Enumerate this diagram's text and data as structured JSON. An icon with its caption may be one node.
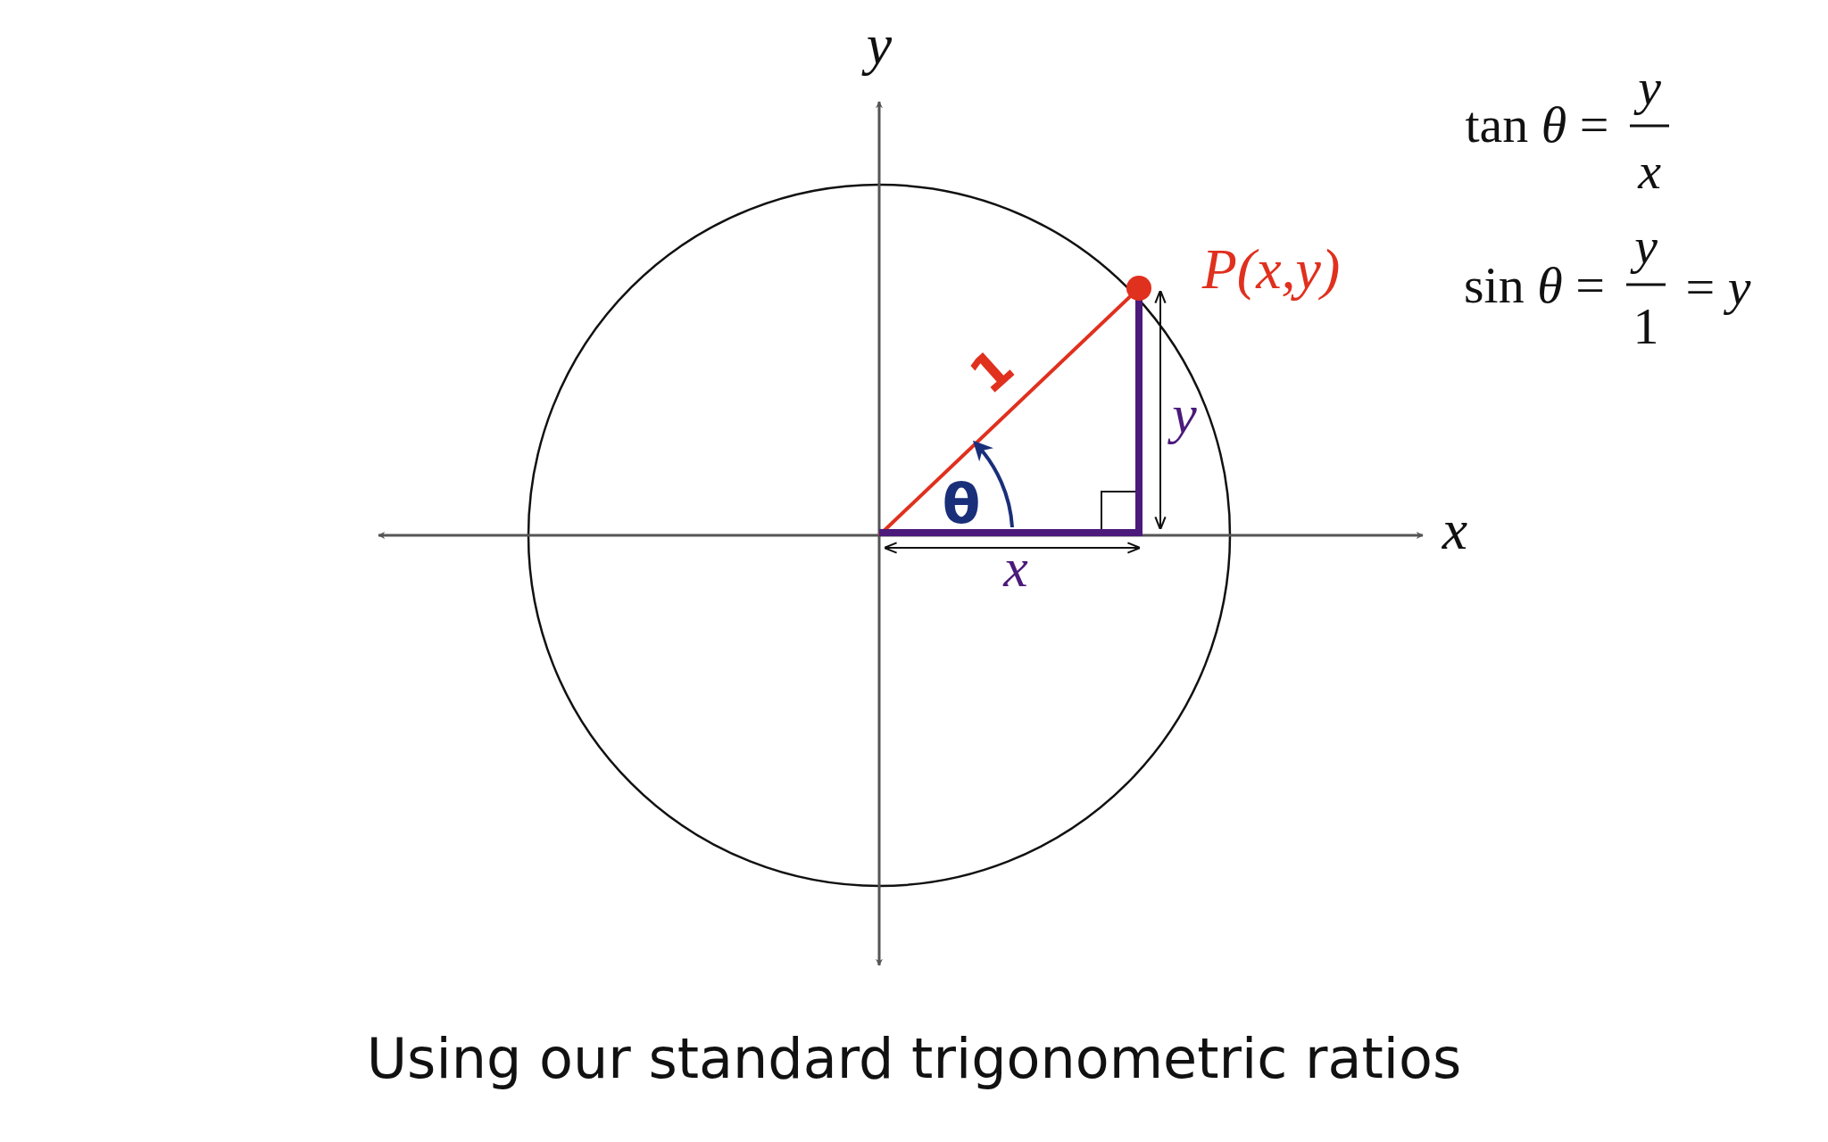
{
  "diagram": {
    "caption": "Using our standard trigonometric ratios",
    "labels": [
      "y",
      "x",
      "P(x,y)",
      "1",
      "θ",
      "y",
      "x",
      "tan *θ* =",
      "y",
      "x",
      "sin *θ* =",
      "y",
      "1",
      "= *y*"
    ]
  }
}
